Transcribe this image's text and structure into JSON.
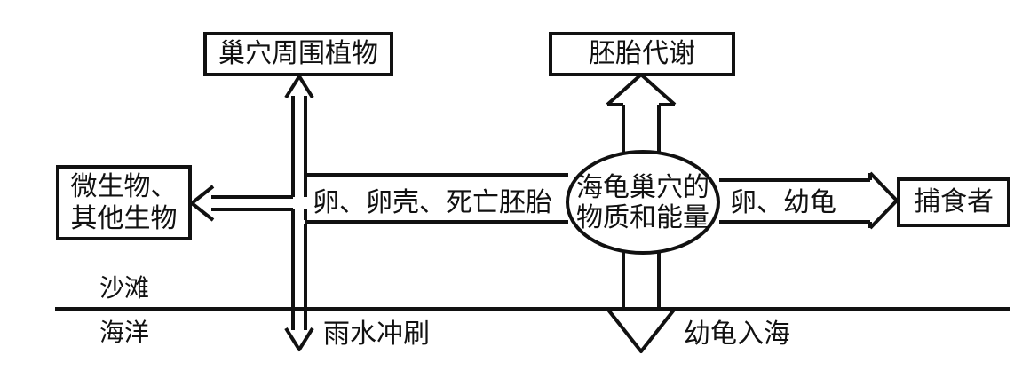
{
  "nodes": {
    "nest_plants": "巢穴周围植物",
    "embryo_metabolism": "胚胎代谢",
    "microbes_line1": "微生物、",
    "microbes_line2": "其他生物",
    "predators": "捕食者",
    "nest_line1": "海龟巢穴的",
    "nest_line2": "物质和能量"
  },
  "labels": {
    "eggs_shells_embryos": "卵、卵壳、死亡胚胎",
    "eggs_hatchlings": "卵、幼龟",
    "rain_wash": "雨水冲刷",
    "hatchlings_to_sea": "幼龟入海",
    "beach": "沙滩",
    "ocean": "海洋"
  }
}
